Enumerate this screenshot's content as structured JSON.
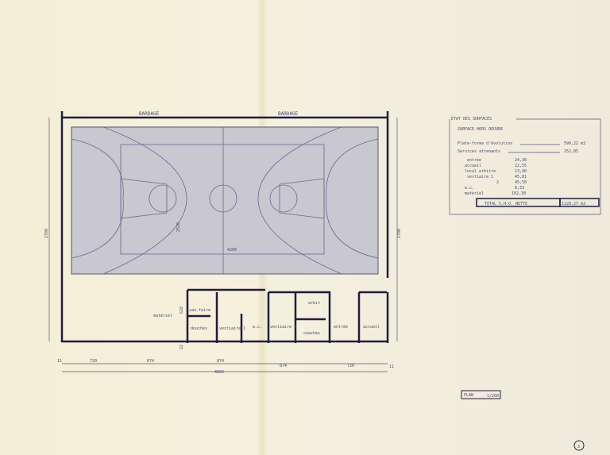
{
  "plan": {
    "cladding_labels": [
      "BARDAGE",
      "BARDAGE"
    ],
    "dims": {
      "height_left": "2700",
      "height_right": "2700",
      "court_width": "4200",
      "court_height": "2520",
      "annex_height": "628",
      "annex_gap": "22"
    },
    "bottom_dims": [
      "720",
      "874",
      "874",
      "874",
      "720"
    ],
    "total_dim": "4066",
    "axis_marks": [
      "11",
      "11"
    ],
    "rooms": {
      "sanitaires": "san.faire",
      "materiel": "matériel",
      "douches": "douches",
      "vestiaire1": "vestiaire 1",
      "wc": "w.c.",
      "vestiaire2": "vestiaire 2",
      "arbitre": "arbit",
      "coaches": "coaches",
      "entree": "entrée",
      "accueil": "accueil"
    }
  },
  "surfaces": {
    "title": "ETAT DES SURFACES",
    "subtitle": "SURFACE HORS OEUVRE",
    "rows": [
      {
        "label": "Plate-forme d'évolution",
        "value": "590,22 m2"
      },
      {
        "label": "Services attenants",
        "value": "252,05"
      }
    ],
    "subrows": [
      {
        "label": "entrée",
        "value": "24,30"
      },
      {
        "label": "accueil",
        "value": "22,55"
      },
      {
        "label": "local arbitre",
        "value": "13,40"
      },
      {
        "label": "vestiaire 1",
        "value": "45,81"
      },
      {
        "label": "2",
        "value": "45,50"
      },
      {
        "label": "w.c.",
        "value": "8,33"
      },
      {
        "label": "matériel",
        "value": "102,30"
      }
    ],
    "total_label": "TOTAL S.H.O. NETTE",
    "total_value": "1128,27 m2"
  },
  "scale": {
    "label": "PLAN",
    "value": "1/200"
  },
  "page_number": "3"
}
